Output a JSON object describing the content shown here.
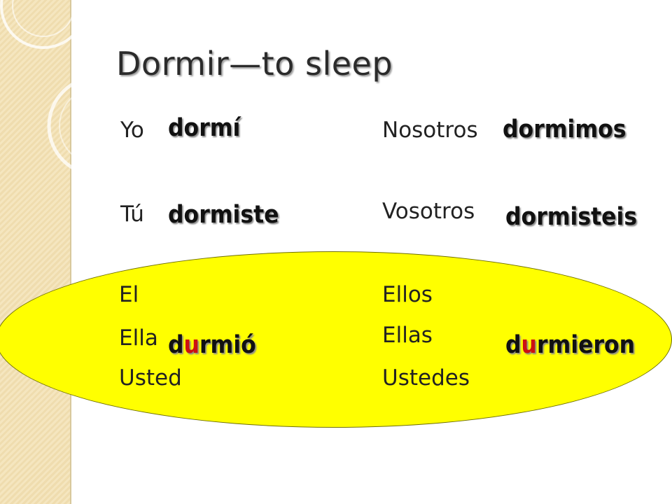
{
  "title": "Dormir—to sleep",
  "colors": {
    "highlight_ellipse": "#ffff00",
    "stem_change_letter": "#cc1111",
    "strip": "#f5e6bf"
  },
  "rows": {
    "yo": {
      "pronoun": "Yo",
      "verb": "dormí"
    },
    "tu": {
      "pronoun": "Tú",
      "verb": "dormiste"
    },
    "el": {
      "pronoun": "El"
    },
    "ella": {
      "pronoun": "Ella"
    },
    "usted": {
      "pronoun": "Usted"
    },
    "third_singular_verb": {
      "before": "d",
      "changed": "u",
      "after": "rmió"
    },
    "nosotros": {
      "pronoun": "Nosotros",
      "verb": "dormimos"
    },
    "vosotros": {
      "pronoun": "Vosotros",
      "verb": "dormisteis"
    },
    "ellos": {
      "pronoun": "Ellos"
    },
    "ellas": {
      "pronoun": "Ellas"
    },
    "ustedes": {
      "pronoun": "Ustedes"
    },
    "third_plural_verb": {
      "before": "d",
      "changed": "u",
      "after": "rmieron"
    }
  }
}
